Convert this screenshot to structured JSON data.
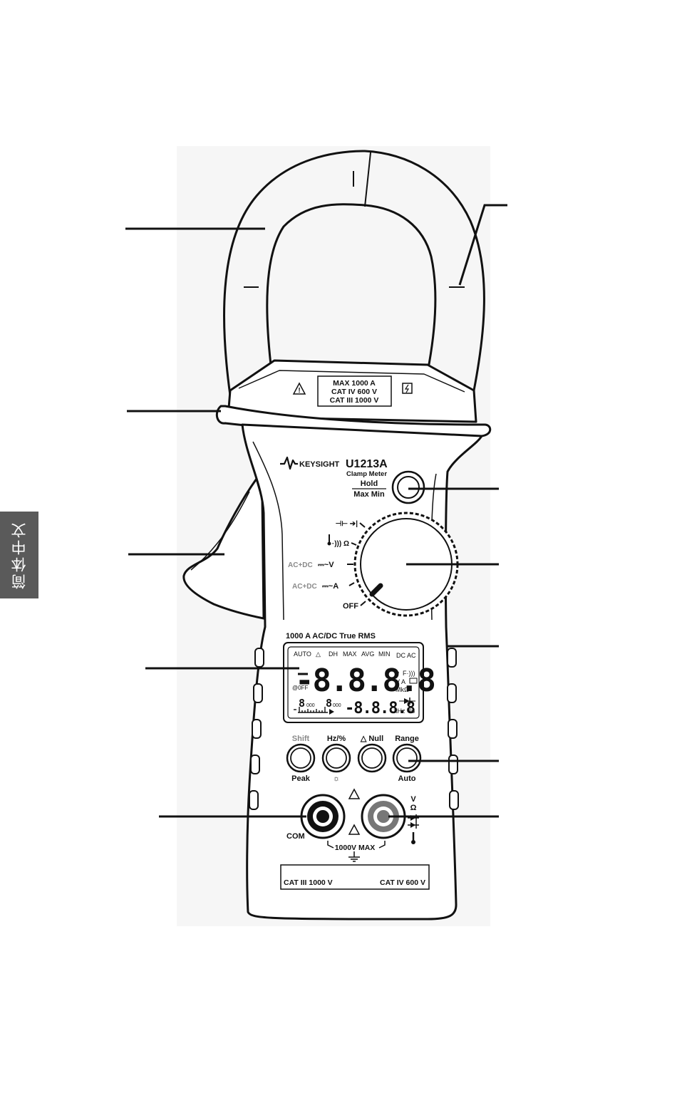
{
  "side_tab": {
    "text": "简体中文"
  },
  "jaw_label": {
    "line1": "MAX 1000 A",
    "line2": "CAT IV 600 V",
    "line3": "CAT III 1000 V"
  },
  "brand": {
    "name": "KEYSIGHT",
    "model": "U1213A",
    "subtitle": "Clamp Meter"
  },
  "hold_button": {
    "top": "Hold",
    "bottom": "Max Min"
  },
  "rotary": {
    "capacitance_diode": "⊣⊢ ➔|",
    "temp_continuity_ohm": "·))) Ω",
    "volts_prefix": "AC+DC",
    "volts_symbol": "⎓~V",
    "amps_prefix": "AC+DC",
    "amps_symbol": "⎓~A",
    "off": "OFF"
  },
  "rating": "1000 A AC/DC True RMS",
  "lcd": {
    "top_row": [
      "AUTO",
      "△",
      "DH",
      "MAX",
      "AVG",
      "MIN"
    ],
    "dc": "DC",
    "ac": "AC",
    "main_digits": "-8.8.8.8",
    "aoff": "@0FF",
    "unit_micro": "μ",
    "unit_f": "F·)))",
    "unit_va": "V A",
    "unit_mkohm": "MkΩ",
    "sub_digits": "-8.8.8.8",
    "small_a": "8",
    "small_a_suffix": "000",
    "small_b": "8",
    "small_b_suffix": "000",
    "unit_khz": "kHz",
    "unit_pct": "%"
  },
  "buttons": [
    {
      "top": "Shift",
      "bottom": "Peak"
    },
    {
      "top": "Hz/%",
      "bottom": "☼"
    },
    {
      "top": "△ Null",
      "bottom": ""
    },
    {
      "top": "Range",
      "bottom": "Auto"
    }
  ],
  "terminals": {
    "com": "COM",
    "max_label": "1000V MAX",
    "right_v": "V",
    "right_ohm": "Ω"
  },
  "bottom_label": {
    "left": "CAT III 1000 V",
    "right": "CAT IV 600 V"
  }
}
